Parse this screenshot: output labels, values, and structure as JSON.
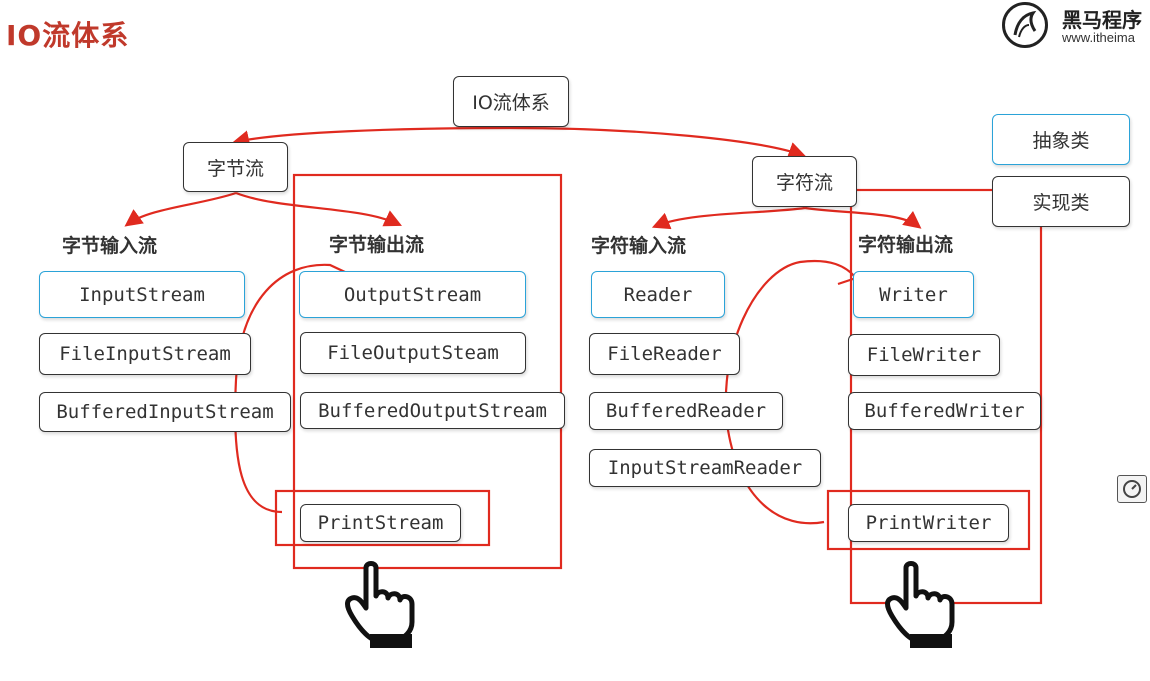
{
  "page_title": "IO流体系",
  "logo": {
    "name": "黑马程序",
    "url": "www.itheima"
  },
  "root": {
    "label": "IO流体系"
  },
  "byte_stream": {
    "label": "字节流"
  },
  "char_stream": {
    "label": "字符流"
  },
  "categories": {
    "byte_input": "字节输入流",
    "byte_output": "字节输出流",
    "char_input": "字符输入流",
    "char_output": "字符输出流"
  },
  "byte_input_classes": [
    "InputStream",
    "FileInputStream",
    "BufferedInputStream"
  ],
  "byte_output_classes": [
    "OutputStream",
    "FileOutputSteam",
    "BufferedOutputStream",
    "PrintStream"
  ],
  "char_input_classes": [
    "Reader",
    "FileReader",
    "BufferedReader",
    "InputStreamReader"
  ],
  "char_output_classes": [
    "Writer",
    "FileWriter",
    "BufferedWriter",
    "PrintWriter"
  ],
  "legend": {
    "abstract": "抽象类",
    "concrete": "实现类"
  },
  "colors": {
    "title": "#c0392b",
    "annotation": "#e02a1f",
    "abstract_border": "#2ba3d8",
    "node_border": "#333333"
  },
  "icons": [
    "logo-horse-icon",
    "hand-pointer-icon",
    "dashboard-icon"
  ]
}
